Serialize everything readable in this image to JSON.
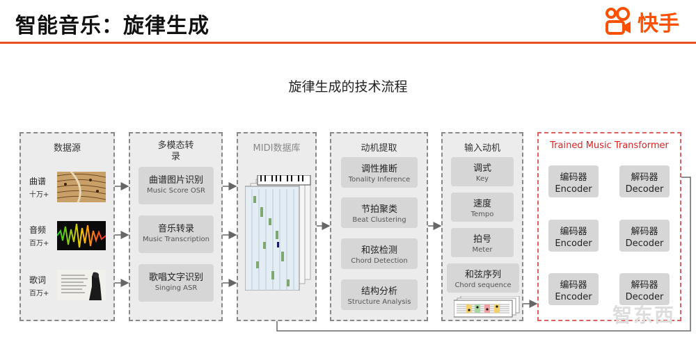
{
  "header": {
    "title": "智能音乐：旋律生成",
    "logo_text": "快手",
    "logo_icon": "kuaishou-logo-icon",
    "accent_color": "#e8501f"
  },
  "diagram_title": "旋律生成的技术流程",
  "panels": {
    "datasource": {
      "title": "数据源",
      "items": [
        {
          "label": "曲谱",
          "count": "十万+",
          "image": "sheet-music-image"
        },
        {
          "label": "音频",
          "count": "百万+",
          "image": "audio-waveform-image"
        },
        {
          "label": "歌词",
          "count": "百万+",
          "image": "lyrics-poster-image"
        }
      ]
    },
    "multimodal": {
      "title_line1": "多模态转",
      "title_line2": "录",
      "boxes": [
        {
          "zh": "曲谱图片识别",
          "en": "Music Score OSR"
        },
        {
          "zh": "音乐转录",
          "en": "Music Transcription"
        },
        {
          "zh": "歌唱文字识别",
          "en": "Singing ASR"
        }
      ]
    },
    "midi": {
      "title": "MIDI数据库",
      "image": "midi-piano-roll-image"
    },
    "motive": {
      "title": "动机提取",
      "boxes": [
        {
          "zh": "调性推断",
          "en": "Tonality Inference"
        },
        {
          "zh": "节拍聚类",
          "en": "Beat Clustering"
        },
        {
          "zh": "和弦检测",
          "en": "Chord Detection"
        },
        {
          "zh": "结构分析",
          "en": "Structure Analysis"
        }
      ]
    },
    "input": {
      "title": "输入动机",
      "boxes": [
        {
          "zh": "调式",
          "en": "Key"
        },
        {
          "zh": "速度",
          "en": "Tempo"
        },
        {
          "zh": "拍号",
          "en": "Meter"
        },
        {
          "zh": "和弦序列",
          "en": "Chord sequence"
        }
      ],
      "image": "score-snippet-image"
    },
    "transformer": {
      "title": "Trained Music Transformer",
      "title_color": "#e02020",
      "encoders": [
        {
          "zh": "编码器",
          "en": "Encoder"
        },
        {
          "zh": "编码器",
          "en": "Encoder"
        },
        {
          "zh": "编码器",
          "en": "Encoder"
        }
      ],
      "decoders": [
        {
          "zh": "解码器",
          "en": "Decoder"
        },
        {
          "zh": "解码器",
          "en": "Decoder"
        },
        {
          "zh": "解码器",
          "en": "Decoder"
        }
      ]
    }
  },
  "watermark": "智东西"
}
